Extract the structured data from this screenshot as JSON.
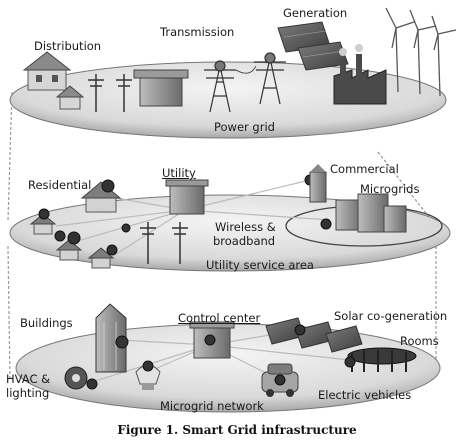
{
  "tier_power_grid": {
    "title": "Power grid",
    "labels": {
      "distribution": "Distribution",
      "transmission": "Transmission",
      "generation": "Generation"
    }
  },
  "tier_utility": {
    "title": "Utility service area",
    "labels": {
      "utility": "Utility",
      "residential": "Residential",
      "commercial": "Commercial",
      "microgrids": "Microgrids",
      "wireless_line1": "Wireless &",
      "wireless_line2": "broadband"
    }
  },
  "tier_microgrid": {
    "title": "Microgrid network",
    "labels": {
      "buildings": "Buildings",
      "control_center": "Control center",
      "solar": "Solar co-generation",
      "rooms": "Rooms",
      "hvac_line1": "HVAC &",
      "hvac_line2": "lighting",
      "electric_vehicles": "Electric vehicles"
    }
  },
  "caption": "Figure 1. Smart Grid infrastructure"
}
